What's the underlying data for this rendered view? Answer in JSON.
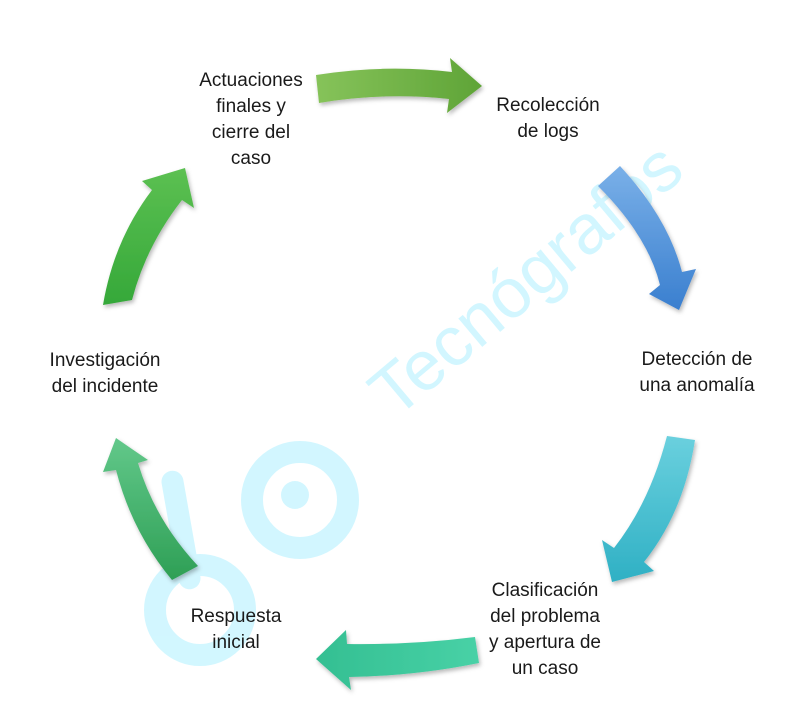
{
  "diagram": {
    "steps": [
      {
        "label": "Recolección\nde logs",
        "color": "#6fa843"
      },
      {
        "label": "Detección de\nuna anomalía",
        "color": "#3f85d3"
      },
      {
        "label": "Clasificación\ndel problema\ny apertura de\nun caso",
        "color": "#33b4c8"
      },
      {
        "label": "Respuesta\ninicial",
        "color": "#3ec89c"
      },
      {
        "label": "Investigación\ndel incidente",
        "color": "#35a84a"
      },
      {
        "label": "Actuaciones\nfinales y\ncierre del\ncaso",
        "color": "#3cb04a"
      }
    ]
  },
  "watermark": {
    "text": "Tecnógrafos",
    "color": "#7fe8ff"
  }
}
